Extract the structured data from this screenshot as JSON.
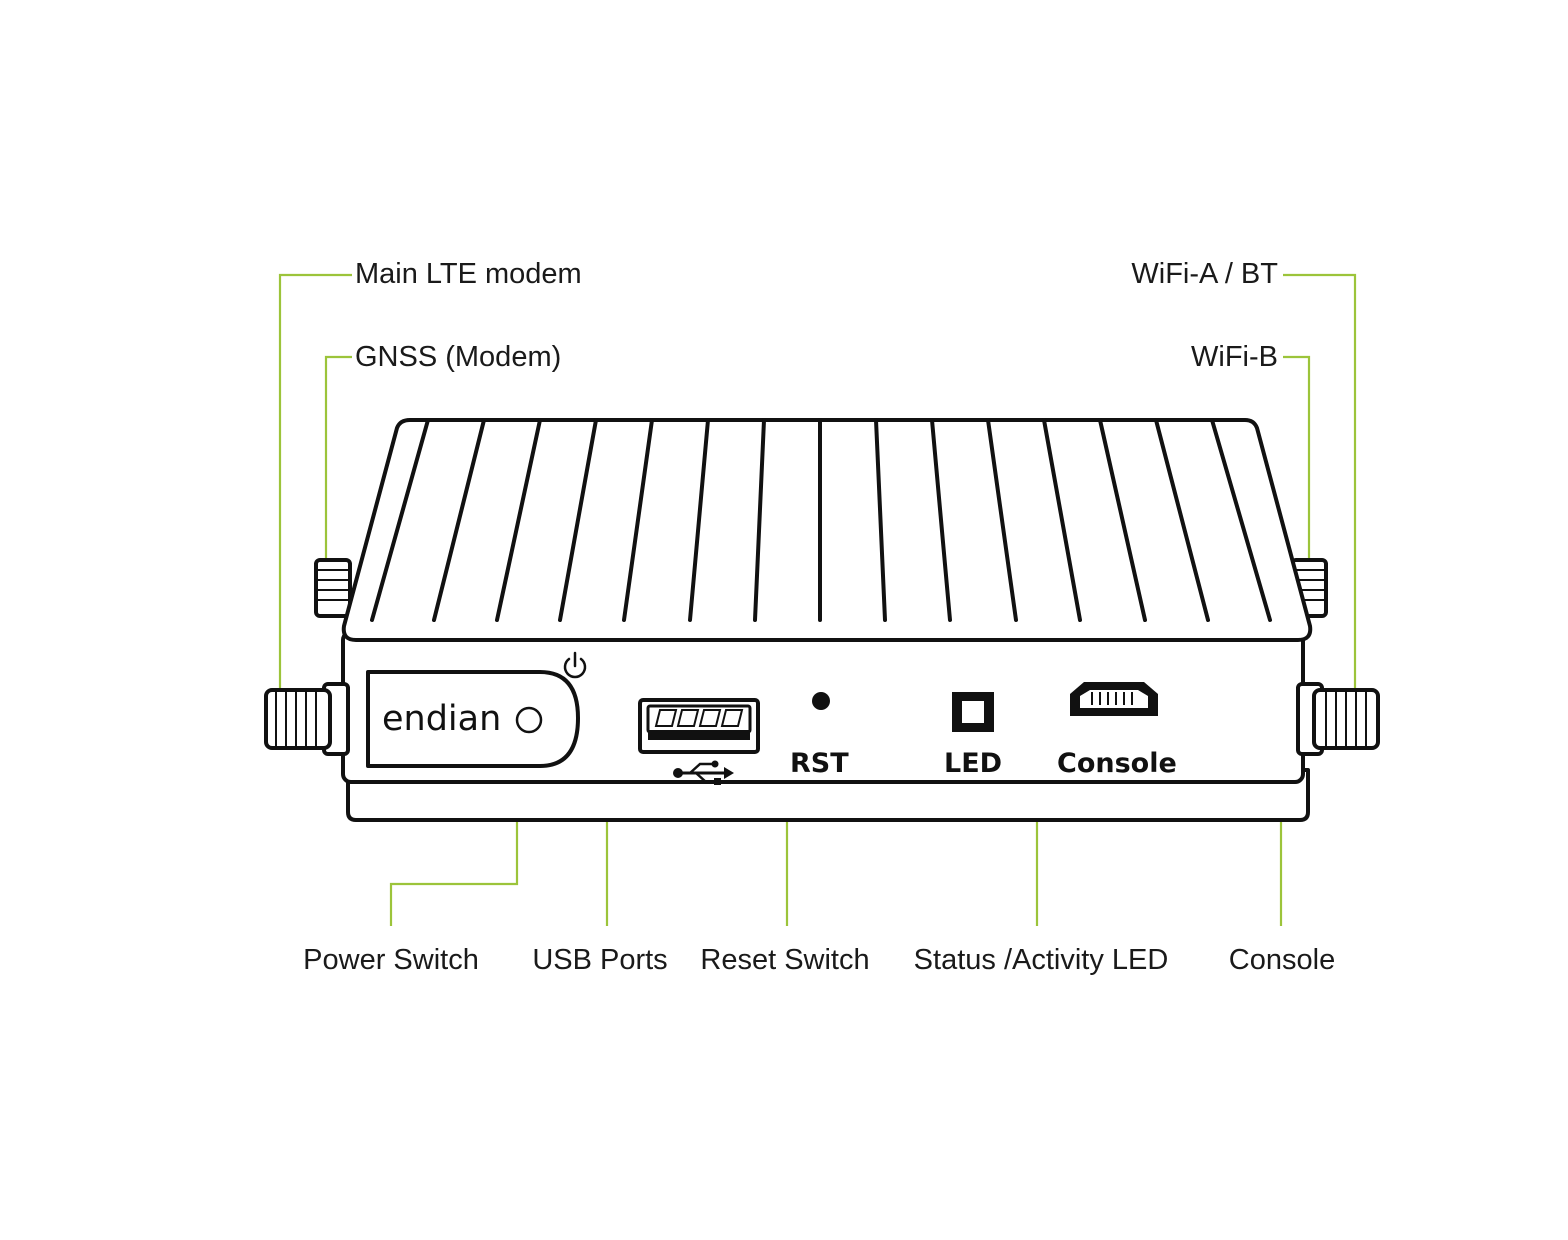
{
  "theme": {
    "leader_color": "#9cc43a",
    "line_color": "#111111",
    "background": "#ffffff"
  },
  "device": {
    "brand": "endian",
    "panel_labels": {
      "rst": "RST",
      "led": "LED",
      "console": "Console"
    },
    "icons": [
      "power-icon",
      "usb-icon",
      "sma-connector-icon",
      "mini-usb-port-icon"
    ]
  },
  "callouts": {
    "main_lte": "Main LTE modem",
    "gnss": "GNSS (Modem)",
    "wifi_a": "WiFi-A / BT",
    "wifi_b": "WiFi-B",
    "power_switch": "Power Switch",
    "usb_ports": "USB Ports",
    "reset_switch": "Reset Switch",
    "status_led": "Status /Activity LED",
    "console": "Console"
  }
}
